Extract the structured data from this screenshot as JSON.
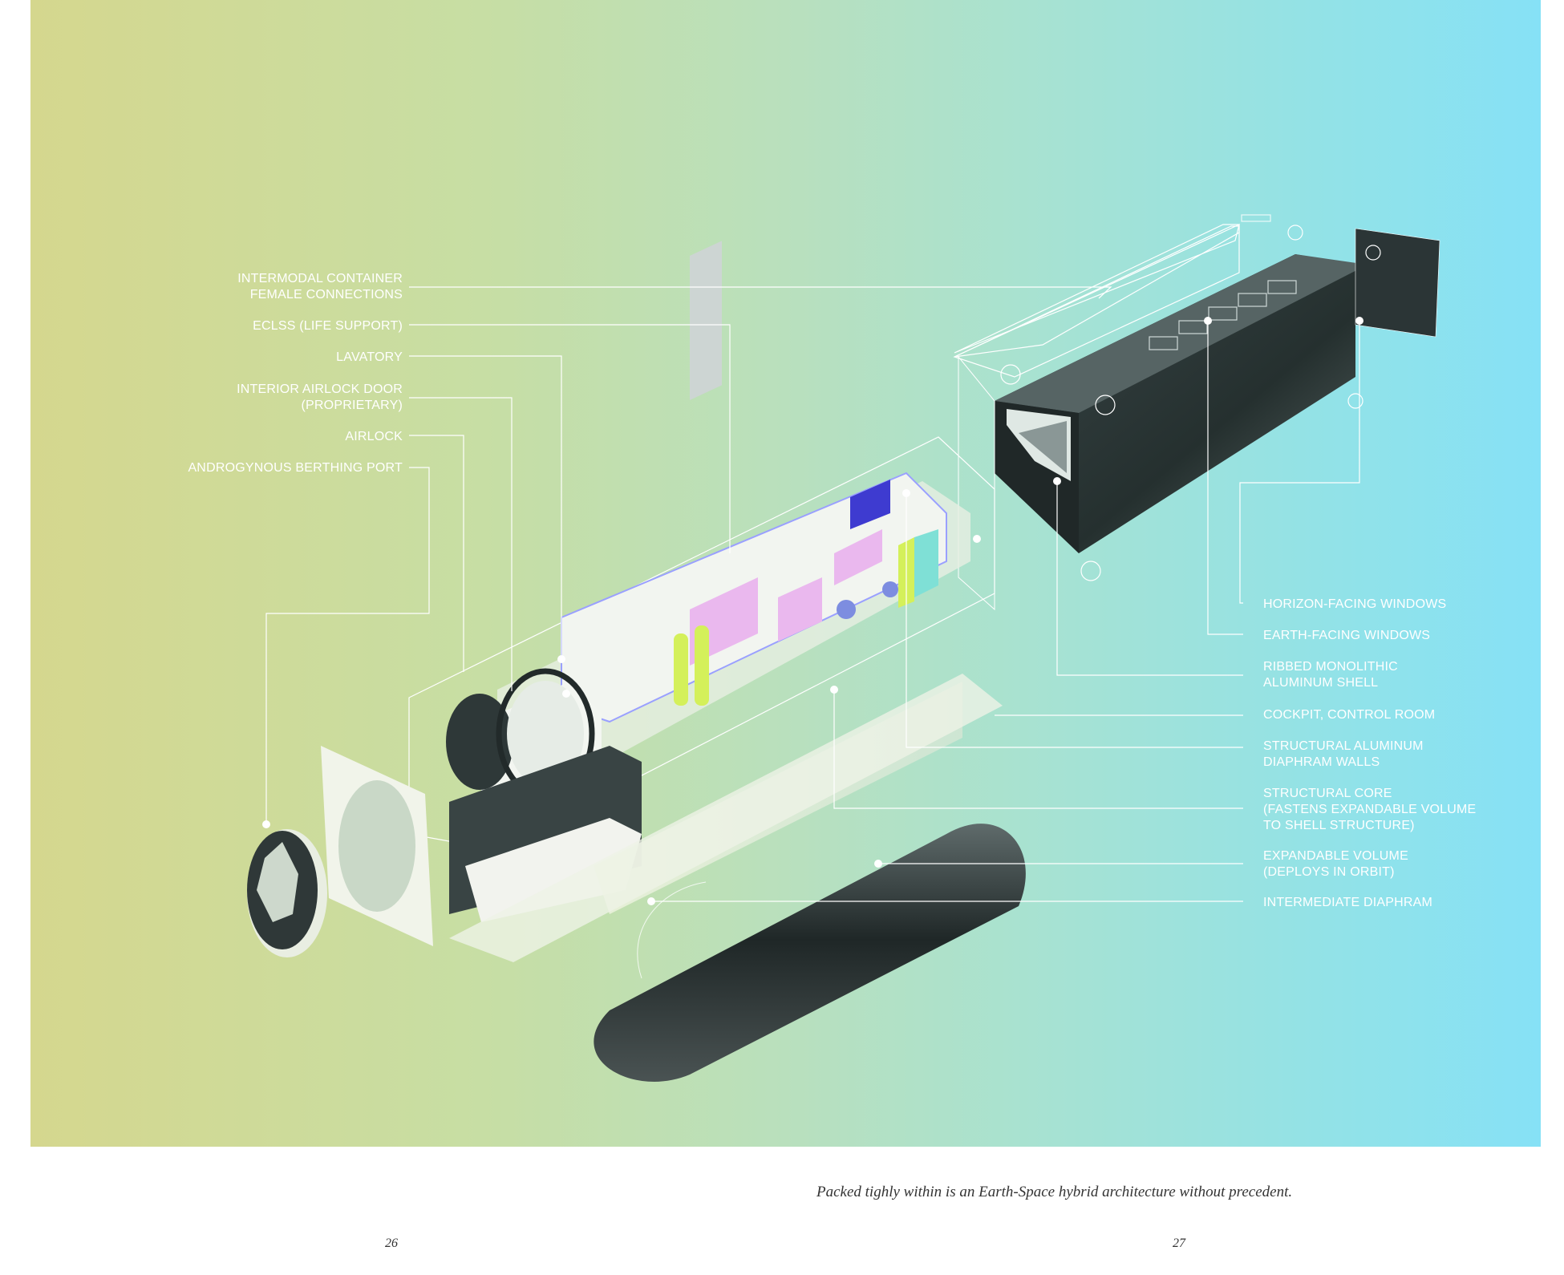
{
  "labels_left": [
    {
      "id": "intermodal",
      "text": "INTERMODAL CONTAINER\nFEMALE CONNECTIONS"
    },
    {
      "id": "eclss",
      "text": "ECLSS (LIFE SUPPORT)"
    },
    {
      "id": "lavatory",
      "text": "LAVATORY"
    },
    {
      "id": "airlock-door",
      "text": "INTERIOR AIRLOCK DOOR\n(PROPRIETARY)"
    },
    {
      "id": "airlock",
      "text": "AIRLOCK"
    },
    {
      "id": "berthing",
      "text": "ANDROGYNOUS BERTHING PORT"
    }
  ],
  "labels_right": [
    {
      "id": "horizon-windows",
      "text": "HORIZON-FACING WINDOWS"
    },
    {
      "id": "earth-windows",
      "text": "EARTH-FACING WINDOWS"
    },
    {
      "id": "ribbed-shell",
      "text": "RIBBED MONOLITHIC\nALUMINUM SHELL"
    },
    {
      "id": "cockpit",
      "text": "COCKPIT, CONTROL ROOM"
    },
    {
      "id": "diaphram-walls",
      "text": "STRUCTURAL ALUMINUM\nDIAPHRAM WALLS"
    },
    {
      "id": "structural-core",
      "text": "STRUCTURAL CORE\n(FASTENS EXPANDABLE VOLUME\nTO SHELL STRUCTURE)"
    },
    {
      "id": "expandable",
      "text": "EXPANDABLE VOLUME\n(DEPLOYS IN ORBIT)"
    },
    {
      "id": "intermediate",
      "text": "INTERMEDIATE DIAPHRAM"
    }
  ],
  "caption": "Packed tighly within is an Earth-Space hybrid architecture without precedent.",
  "page_left": "26",
  "page_right": "27",
  "colors": {
    "gradient_left": "#d5d78e",
    "gradient_right": "#86e1f6",
    "shell_dark": "#2f3b3d",
    "label_white": "#ffffff"
  }
}
